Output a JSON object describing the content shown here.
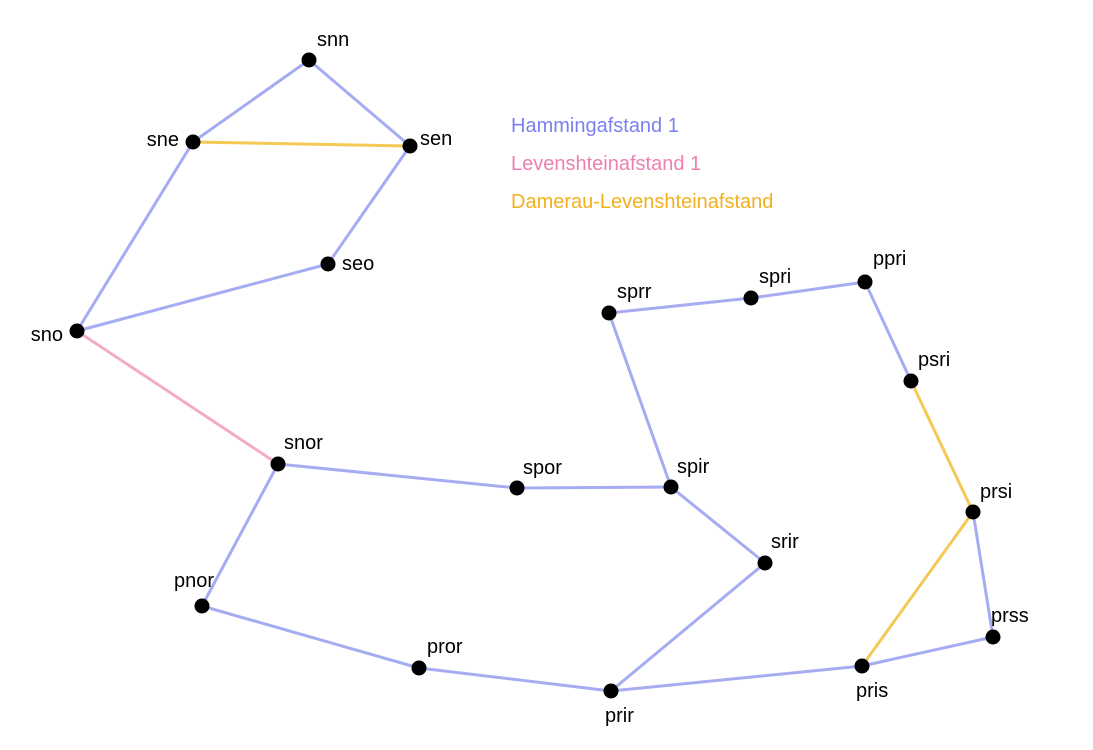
{
  "legend": [
    {
      "label": "Hammingafstand 1",
      "type": "hamming",
      "color": "#7b80ee"
    },
    {
      "label": "Levenshteinafstand 1",
      "type": "levenshtein",
      "color": "#ee7fb3"
    },
    {
      "label": "Damerau-Levenshteinafstand",
      "type": "damerau",
      "color": "#f2b01e"
    }
  ],
  "edge_colors": {
    "hamming": "#a6acf2",
    "levenshtein": "#f4abc9",
    "damerau": "#f5c955"
  },
  "nodes": [
    "snn",
    "sne",
    "sen",
    "seo",
    "sno",
    "snor",
    "spor",
    "spir",
    "sprr",
    "spri",
    "ppri",
    "psri",
    "prsi",
    "prss",
    "pris",
    "prir",
    "pror",
    "pnor",
    "srir"
  ],
  "edges": [
    {
      "from": "snn",
      "to": "sne",
      "type": "hamming"
    },
    {
      "from": "snn",
      "to": "sen",
      "type": "hamming"
    },
    {
      "from": "sne",
      "to": "sen",
      "type": "damerau"
    },
    {
      "from": "sen",
      "to": "seo",
      "type": "hamming"
    },
    {
      "from": "sne",
      "to": "sno",
      "type": "hamming"
    },
    {
      "from": "seo",
      "to": "sno",
      "type": "hamming"
    },
    {
      "from": "sno",
      "to": "snor",
      "type": "levenshtein"
    },
    {
      "from": "snor",
      "to": "spor",
      "type": "hamming"
    },
    {
      "from": "spor",
      "to": "spir",
      "type": "hamming"
    },
    {
      "from": "spir",
      "to": "sprr",
      "type": "hamming"
    },
    {
      "from": "sprr",
      "to": "spri",
      "type": "hamming"
    },
    {
      "from": "spri",
      "to": "ppri",
      "type": "hamming"
    },
    {
      "from": "ppri",
      "to": "psri",
      "type": "hamming"
    },
    {
      "from": "psri",
      "to": "prsi",
      "type": "damerau"
    },
    {
      "from": "prsi",
      "to": "prss",
      "type": "hamming"
    },
    {
      "from": "prsi",
      "to": "pris",
      "type": "damerau"
    },
    {
      "from": "prss",
      "to": "pris",
      "type": "hamming"
    },
    {
      "from": "pris",
      "to": "prir",
      "type": "hamming"
    },
    {
      "from": "prir",
      "to": "srir",
      "type": "hamming"
    },
    {
      "from": "srir",
      "to": "spir",
      "type": "hamming"
    },
    {
      "from": "prir",
      "to": "pror",
      "type": "hamming"
    },
    {
      "from": "pror",
      "to": "pnor",
      "type": "hamming"
    },
    {
      "from": "pnor",
      "to": "snor",
      "type": "hamming"
    }
  ]
}
